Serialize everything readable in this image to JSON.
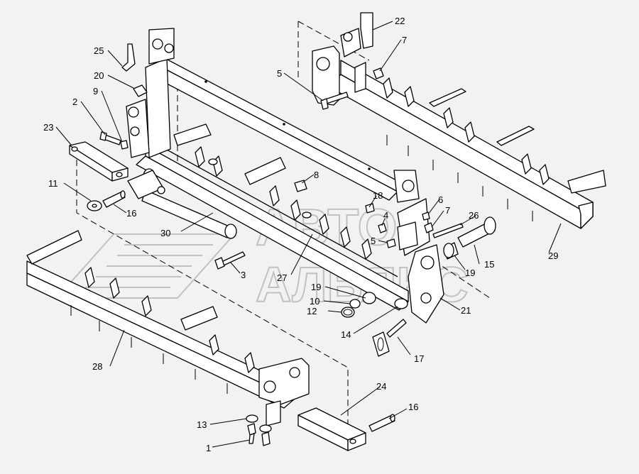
{
  "watermark": {
    "line1": "АВТО",
    "line2": "АЛЬЯНС"
  },
  "callouts": [
    {
      "id": "c25",
      "text": "25"
    },
    {
      "id": "c20",
      "text": "20"
    },
    {
      "id": "c9",
      "text": "9"
    },
    {
      "id": "c2",
      "text": "2"
    },
    {
      "id": "c23",
      "text": "23"
    },
    {
      "id": "c11",
      "text": "11"
    },
    {
      "id": "c16a",
      "text": "16"
    },
    {
      "id": "c30",
      "text": "30"
    },
    {
      "id": "c3",
      "text": "3"
    },
    {
      "id": "c8",
      "text": "8"
    },
    {
      "id": "c18",
      "text": "18"
    },
    {
      "id": "c4",
      "text": "4"
    },
    {
      "id": "c5a",
      "text": "5"
    },
    {
      "id": "c27",
      "text": "27"
    },
    {
      "id": "c19a",
      "text": "19"
    },
    {
      "id": "c10",
      "text": "10"
    },
    {
      "id": "c12",
      "text": "12"
    },
    {
      "id": "c14",
      "text": "14"
    },
    {
      "id": "c17",
      "text": "17"
    },
    {
      "id": "c21",
      "text": "21"
    },
    {
      "id": "c19b",
      "text": "19"
    },
    {
      "id": "c15",
      "text": "15"
    },
    {
      "id": "c26",
      "text": "26"
    },
    {
      "id": "c6",
      "text": "6"
    },
    {
      "id": "c7a",
      "text": "7"
    },
    {
      "id": "c29",
      "text": "29"
    },
    {
      "id": "c22",
      "text": "22"
    },
    {
      "id": "c7b",
      "text": "7"
    },
    {
      "id": "c5b",
      "text": "5"
    },
    {
      "id": "c28",
      "text": "28"
    },
    {
      "id": "c24",
      "text": "24"
    },
    {
      "id": "c16b",
      "text": "16"
    },
    {
      "id": "c13",
      "text": "13"
    },
    {
      "id": "c1",
      "text": "1"
    }
  ]
}
